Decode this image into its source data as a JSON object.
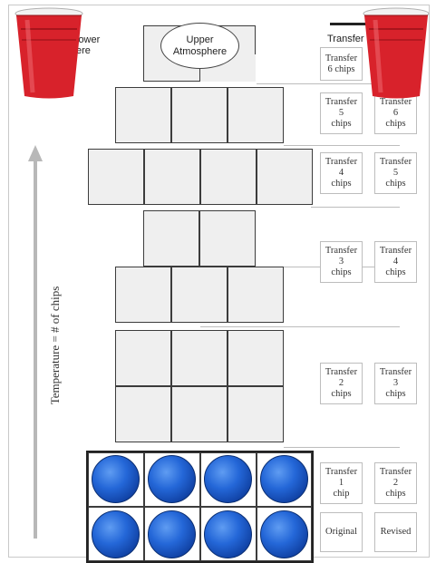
{
  "axis": {
    "label": "Temperature = # of chips"
  },
  "upper_atmosphere": "Upper\nAtmosphere",
  "header_partial": "Transfer",
  "left_partial": "lower\nere",
  "layer_cell_counts": [
    3,
    4,
    2,
    3,
    3,
    3,
    4,
    4
  ],
  "chip_count": 8,
  "chip_color": "#1f5fd0",
  "cell_color": "#efefef",
  "cup_color": "#d8222b",
  "columns": [
    "Original",
    "Revised"
  ],
  "rows": [
    {
      "original": "Transfer\n6 chips",
      "revised": ""
    },
    {
      "original": "Transfer\n5\nchips",
      "revised": "Transfer\n6\nchips"
    },
    {
      "original": "Transfer\n4\nchips",
      "revised": "Transfer\n5\nchips"
    },
    {
      "original": "Transfer\n3\nchips",
      "revised": "Transfer\n4\nchips"
    },
    {
      "original": "Transfer\n2\nchips",
      "revised": "Transfer\n3\nchips"
    },
    {
      "original": "Transfer\n1\nchip",
      "revised": "Transfer\n2\nchips"
    }
  ]
}
